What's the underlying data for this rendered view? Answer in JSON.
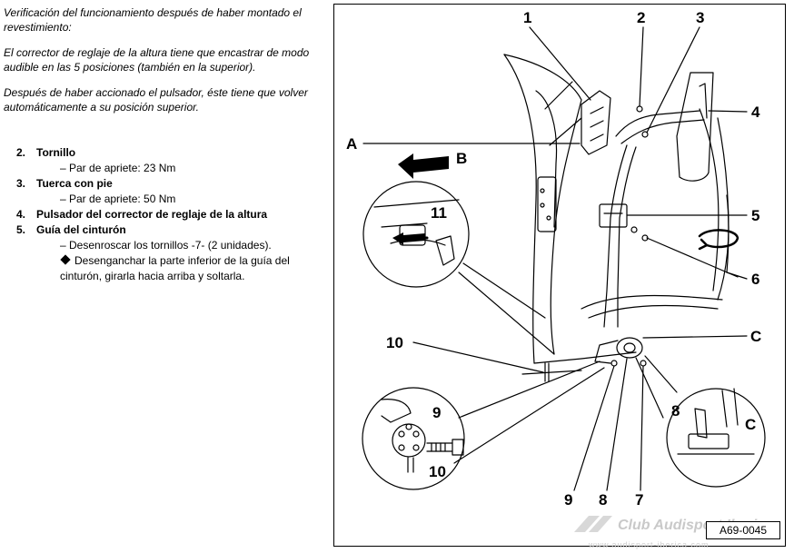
{
  "intro": {
    "p1": "Verificación del funcionamiento después de haber montado el revestimiento:",
    "p2": "El corrector de reglaje de la altura tiene que encastrar de modo audible en las 5 posiciones (también en la superior).",
    "p3": "Después de haber accionado el pulsador, éste tiene que volver automáticamente a su posición superior."
  },
  "steps": [
    {
      "num": "2.",
      "title": "Tornillo",
      "sub": "– Par de apriete: 23 Nm"
    },
    {
      "num": "3.",
      "title": "Tuerca con pie",
      "sub": "– Par de apriete: 50 Nm"
    },
    {
      "num": "4.",
      "title": "Pulsador del corrector de reglaje de la altura"
    },
    {
      "num": "5.",
      "title": "Guía del cinturón",
      "sub": "– Desenroscar los tornillos -7- (2 unidades).",
      "bullet": "Desenganchar la parte inferior de la guía del cinturón, girarla hacia arriba y soltarla."
    }
  ],
  "figure": {
    "labels": {
      "n1": "1",
      "n2": "2",
      "n3": "3",
      "n4": "4",
      "n5": "5",
      "n6": "6",
      "n7": "7",
      "n8": "8",
      "n9": "9",
      "n10": "10",
      "n11": "11",
      "A": "A",
      "B": "B",
      "C": "C",
      "inset_n8": "8",
      "inset_C": "C",
      "inset_n9": "9",
      "inset_n10": "10"
    },
    "code": "A69-0045",
    "watermark": "Club Audisport Iberica",
    "watermark_url": "www.audisport-iberica.com"
  }
}
